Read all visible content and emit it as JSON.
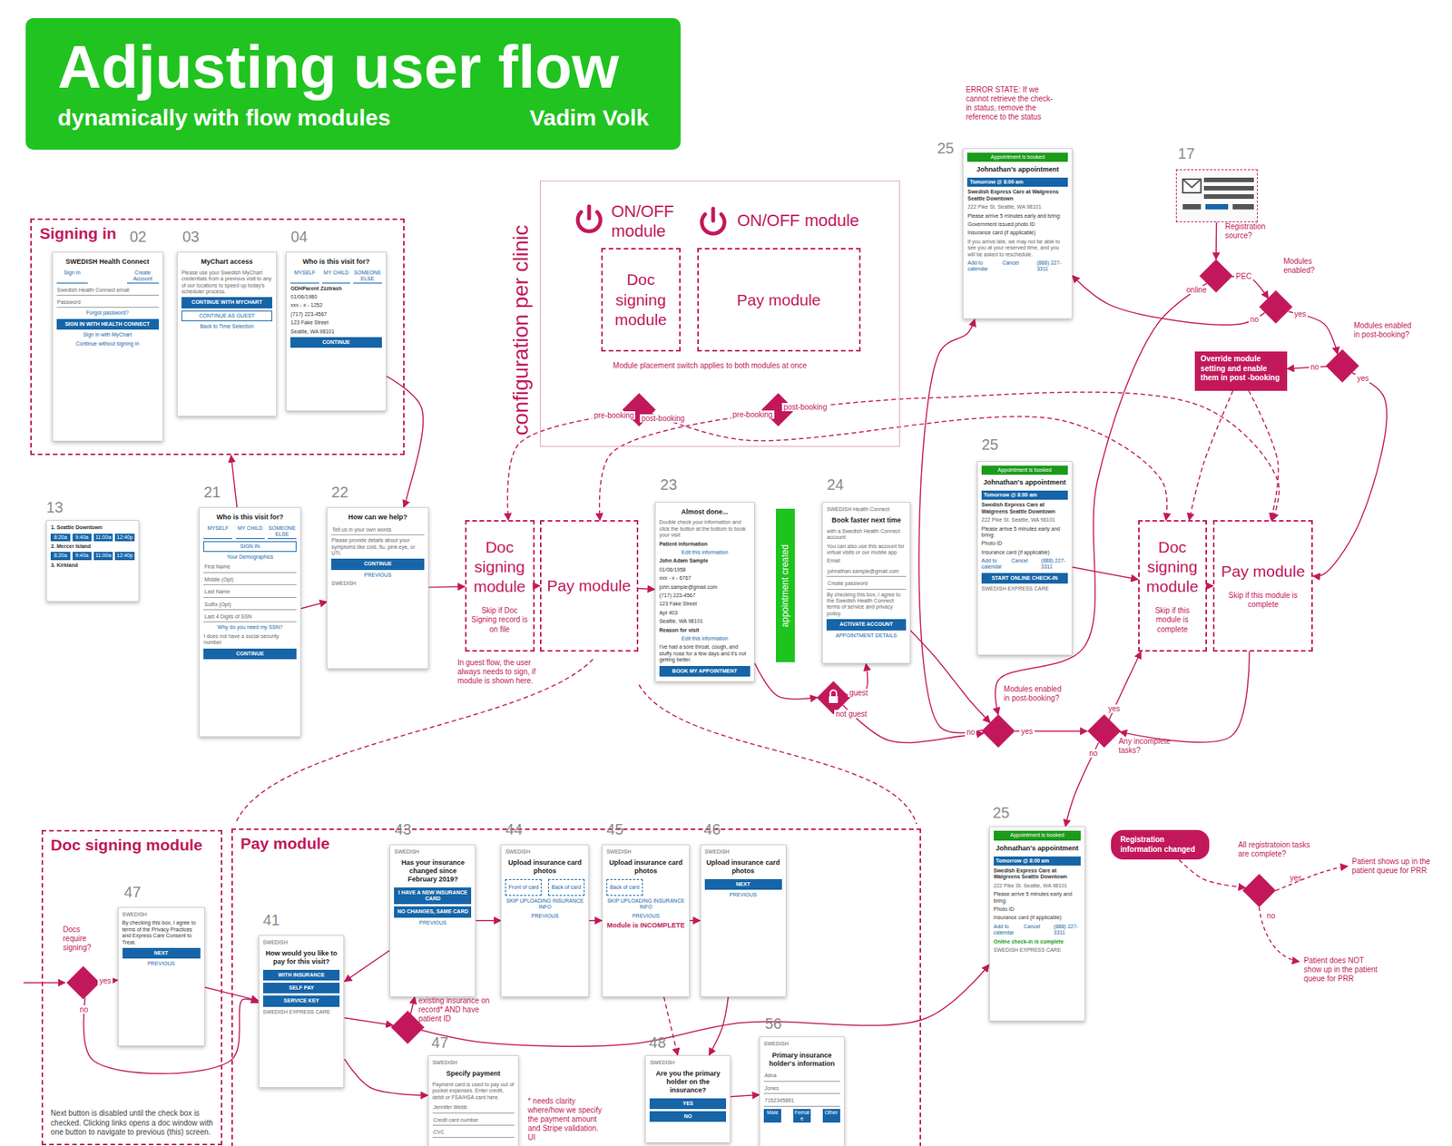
{
  "diagram": {
    "nodes": [
      {
        "text": [
          "Adjusting user flow",
          "dynamically with flow modules",
          "Vadim Volk"
        ]
      },
      {
        "text": [
          "Signing in"
        ]
      },
      {
        "text": [
          "SWEDISH Health Connect",
          "Sign In",
          "Create Account",
          "Swedish Health Connect email",
          "Password",
          "Forgot password?",
          "SIGN IN WITH HEALTH CONNECT",
          "Sign in with MyChart",
          "Continue without signing in"
        ],
        "in": 1
      },
      {
        "text": [
          "MyChart access",
          "Please use your Swedish MyChart credentials from a previous visit to any of our locations to speed up today's scheduler process.",
          "CONTINUE WITH MYCHART",
          "CONTINUE AS GUEST",
          "Back to Time Selection"
        ],
        "in": 1
      },
      {
        "text": [
          "Who is this visit for?",
          "MYSELF",
          "MY CHILD",
          "SOMEONE ELSE",
          "ODHParent Zzztrash",
          "01/06/1980",
          "xxx - x - 1252",
          "(717) 223-4567",
          "123 Fake Street",
          "Seattle, WA 98101",
          "CONTINUE"
        ],
        "in": 1
      },
      {
        "text": [
          "1. Seattle Downtown",
          "8:20a",
          "9:40a",
          "11:00a",
          "12:40p",
          "2. Mercer Island",
          "8:20a",
          "9:40a",
          "11:00a",
          "12:40p",
          "3. Kirkland"
        ]
      },
      {
        "text": [
          "Who is this visit for?",
          "MYSELF",
          "MY CHILD",
          "SOMEONE ELSE",
          "SIGN IN",
          "Your Demographics",
          "First Name",
          "Middle (Opt)",
          "Last Name",
          "Suffix (Opt)",
          "Last 4 Digits of SSN",
          "Why do you need my SSN?",
          "I does not have a social security number",
          "CONTINUE"
        ]
      },
      {
        "text": [
          "How can we help?",
          "Tell us in your own words",
          "Please provide details about your symptoms like cold, flu, pink eye, or UTI.",
          "CONTINUE",
          "PREVIOUS",
          "SWEDISH"
        ]
      },
      {
        "text": [
          "Doc signing module",
          "Skip if Doc Signing record is on file"
        ]
      },
      {
        "text": [
          "Pay module"
        ]
      },
      {
        "text": [
          "Almost done...",
          "Double check your information and click the button at the bottom to book your visit",
          "Patient information",
          "Edit this information",
          "John Adam Sample",
          "01/06/1958",
          "xxx - x - 6767",
          "john.sample@gmail.com",
          "(717) 223-4567",
          "123 Fake Street",
          "Apt 403",
          "Seattle, WA 98101",
          "Reason for visit",
          "Edit this information",
          "I've had a sore throat, cough, and stuffy nose for a few days and it's not getting better.",
          "BOOK MY APPOINTMENT"
        ]
      },
      {
        "text": [
          "appointment created"
        ]
      },
      {
        "text": [
          "SWEDISH Health Connect",
          "Book faster next time",
          "with a Swedish Health Connect account",
          "You can also use this account for virtual visits or our mobile app",
          "Email",
          "johnathan.sample@gmail.com",
          "Create password",
          "By checking this box, I agree to the Swedish Health Connect terms of service and privacy policy.",
          "ACTIVATE ACCOUNT",
          "APPOINTMENT DETAILS"
        ]
      },
      {
        "text": [
          "configuration per clinic"
        ]
      },
      {
        "text": [
          "Doc signing module"
        ],
        "in": 13
      },
      {
        "text": [
          "Pay module"
        ],
        "in": 13
      },
      {
        "text": [],
        "in": 13
      },
      {
        "text": [],
        "in": 13
      },
      {
        "text": [
          "Appointment is booked",
          "Johnathan's appointment",
          "Tomorrow @ 8:00 am",
          "Swedish Express Care at Walgreens Seattle Downtown",
          "222 Pike St. Seattle, WA 98101",
          "Please arrive 5 minutes early and bring:",
          "Government issued photo ID",
          "Insurance card (if applicable)",
          "If you arrive late, we may not be able to see you at your reserved time, and you will be asked to reschedule.",
          "Add to calendar",
          "Cancel",
          "(888) 227-3311"
        ]
      },
      {
        "text": []
      },
      {
        "text": [
          "Registration source?"
        ]
      },
      {
        "text": [
          "Modules enabled?"
        ]
      },
      {
        "text": [
          "Modules enabled in post-booking?"
        ]
      },
      {
        "text": [
          "Override module setting and enable them in post -booking"
        ]
      },
      {
        "text": [
          "Appointment is booked",
          "Johnathan's appointment",
          "Tomorrow @ 8:00 am",
          "Swedish Express Care at Walgreens Seattle Downtown",
          "222 Pike St. Seattle, WA 98101",
          "Please arrive 5 minutes early and bring:",
          "Photo ID",
          "Insurance card (if applicable)",
          "Add to calendar",
          "Cancel",
          "(888) 227-3311",
          "START ONLINE CHECK-IN",
          "SWEDISH EXPRESS CARE"
        ]
      },
      {
        "text": [
          "Doc signing module",
          "Skip if this module is complete"
        ]
      },
      {
        "text": [
          "Pay module",
          "Skip if this module is complete"
        ]
      },
      {
        "text": []
      },
      {
        "text": [
          "Modules enabled in post-booking?"
        ]
      },
      {
        "text": [
          "Any incomplete tasks?"
        ]
      },
      {
        "text": [
          "Appointment is booked",
          "Johnathan's appointment",
          "Tomorrow @ 8:00 am",
          "Swedish Express Care at Walgreens Seattle Downtown",
          "222 Pike St. Seattle, WA 98101",
          "Please arrive 5 minutes early and bring:",
          "Photo ID",
          "Insurance card (if applicable)",
          "Add to calendar",
          "Cancel",
          "(888) 227-3311",
          "Online check-in is complete",
          "SWEDISH EXPRESS CARE"
        ]
      },
      {
        "text": [
          "Registration information changed"
        ]
      },
      {
        "text": [
          "All registratoion tasks are complete?"
        ]
      },
      {
        "text": [
          "Doc signing module",
          "Next button is disabled until the check box is checked. Clicking links opens a doc window with one button to navigate to previous (this) screen."
        ]
      },
      {
        "text": [
          "Docs require signing?"
        ],
        "in": 33
      },
      {
        "text": [
          "SWEDISH",
          "By checking this box, I agree to terms of the Privacy Practices and Express Care Consent to Treat.",
          "NEXT",
          "PREVIOUS"
        ],
        "in": 33
      },
      {
        "text": [
          "Pay module"
        ]
      },
      {
        "text": [
          "SWEDISH",
          "How would you like to pay for this visit?",
          "WITH INSURANCE",
          "SELF PAY",
          "SERVICE KEY",
          "SWEDISH EXPRESS CARE"
        ],
        "in": 36
      },
      {
        "text": [
          "SWEDISH",
          "Has your insurance changed since February 2019?",
          "I HAVE A NEW INSURANCE CARD",
          "NO CHANGES, SAME CARD",
          "PREVIOUS"
        ],
        "in": 36
      },
      {
        "text": [
          "SWEDISH",
          "Upload insurance card photos",
          "Front of card",
          "Back of card",
          "SKIP UPLOADING INSURANCE INFO",
          "PREVIOUS"
        ],
        "in": 36
      },
      {
        "text": [
          "SWEDISH",
          "Upload insurance card photos",
          "Back of card",
          "SKIP UPLOADING INSURANCE INFO",
          "PREVIOUS",
          "Module is INCOMPLETE"
        ],
        "in": 36
      },
      {
        "text": [
          "SWEDISH",
          "Upload insurance card photos",
          "NEXT",
          "PREVIOUS"
        ],
        "in": 36
      },
      {
        "text": [
          "existing insurance on record* AND have patient ID"
        ],
        "in": 36
      },
      {
        "text": [
          "SWEDISH",
          "Specify payment",
          "Payment card is used to pay out of pocket expenses. Enter credit, debit or FSA/HSA card here.",
          "Jennifer Webb",
          "Credit card number",
          "CVC"
        ],
        "in": 36
      },
      {
        "text": [
          "SWEDISH",
          "Are you the primary holder on the insurance?",
          "YES",
          "NO"
        ],
        "in": 36
      },
      {
        "text": [
          "SWEDISH",
          "Primary insurance holder's information",
          "Alina",
          "Jones",
          "7152345861",
          "Male",
          "Female",
          "Other"
        ],
        "in": 36
      }
    ],
    "edges": [
      {
        "from": 6,
        "to": 1,
        "arrow": "to"
      },
      {
        "from": 4,
        "to": 7,
        "arrow": "to"
      },
      {
        "from": 6,
        "to": 7,
        "arrow": "to"
      },
      {
        "from": 7,
        "to": 8,
        "arrow": "to"
      },
      {
        "from": 8,
        "to": 9,
        "arrow": "to"
      },
      {
        "from": 9,
        "to": 10,
        "arrow": "to"
      },
      {
        "from": 10,
        "to": 27,
        "arrow": "to"
      },
      {
        "from": 27,
        "to": 12,
        "label": "guest",
        "arrow": "to"
      },
      {
        "from": 27,
        "to": 28,
        "label": "not guest",
        "arrow": "to"
      },
      {
        "from": 12,
        "to": 28,
        "arrow": "to"
      },
      {
        "from": 28,
        "to": 18,
        "label": "no",
        "arrow": "to"
      },
      {
        "from": 28,
        "to": 29,
        "label": "yes",
        "arrow": "to"
      },
      {
        "from": 29,
        "to": 30,
        "label": "no",
        "arrow": "to"
      },
      {
        "from": 29,
        "to": 25,
        "label": "yes",
        "arrow": "to"
      },
      {
        "from": 16,
        "to": 8,
        "label": "pre-booking",
        "arrow": "to"
      },
      {
        "from": 16,
        "to": 25,
        "label": "post-booking",
        "arrow": "to"
      },
      {
        "from": 17,
        "to": 9,
        "label": "pre-booking",
        "arrow": "to"
      },
      {
        "from": 17,
        "to": 26,
        "label": "post-booking",
        "arrow": "to"
      },
      {
        "from": 19,
        "to": 20,
        "arrow": "to"
      },
      {
        "from": 20,
        "to": 21,
        "label": "PEC",
        "arrow": "to"
      },
      {
        "from": 20,
        "to": 28,
        "label": "online",
        "arrow": "to"
      },
      {
        "from": 21,
        "to": 18,
        "label": "no",
        "arrow": "to"
      },
      {
        "from": 21,
        "to": 22,
        "label": "yes",
        "arrow": "to"
      },
      {
        "from": 22,
        "to": 23,
        "label": "no",
        "arrow": "to"
      },
      {
        "from": 22,
        "to": 26,
        "label": "yes",
        "arrow": "to"
      },
      {
        "from": 23,
        "to": 25,
        "arrow": "to"
      },
      {
        "from": 23,
        "to": 26,
        "arrow": "to"
      },
      {
        "from": 25,
        "to": 26,
        "arrow": "to"
      },
      {
        "from": 26,
        "to": 29,
        "arrow": "to"
      },
      {
        "from": 24,
        "to": 25,
        "arrow": "to"
      },
      {
        "from": 31,
        "to": 32,
        "arrow": "to"
      },
      {
        "from": 34,
        "to": 35,
        "label": "yes",
        "arrow": "to"
      },
      {
        "from": 34,
        "to": 37,
        "label": "no",
        "arrow": "to"
      },
      {
        "from": 35,
        "to": 37,
        "arrow": "to"
      },
      {
        "from": 37,
        "to": 42,
        "arrow": "to"
      },
      {
        "from": 42,
        "to": 38,
        "arrow": "to"
      },
      {
        "from": 37,
        "to": 43,
        "arrow": "to"
      },
      {
        "from": 38,
        "to": 39,
        "arrow": "to"
      },
      {
        "from": 39,
        "to": 40,
        "arrow": "to"
      },
      {
        "from": 40,
        "to": 41,
        "arrow": "to"
      },
      {
        "from": 41,
        "to": 44,
        "arrow": "to"
      },
      {
        "from": 44,
        "to": 45,
        "arrow": "to"
      },
      {
        "from": 40,
        "to": 44,
        "arrow": "to"
      },
      {
        "from": 38,
        "to": 37,
        "arrow": "to"
      },
      {
        "from": 42,
        "to": 30,
        "arrow": "to"
      }
    ],
    "labels": [
      "02",
      "03",
      "04",
      "13",
      "21",
      "22",
      "23",
      "24",
      "ON/OFF module",
      "ON/OFF module",
      "Module placement switch applies to both modules at once",
      "In guest flow, the user always needs to sign, if module is shown here.",
      "ERROR STATE: If we cannot retrieve the check-in status, remove the reference to the status",
      "25",
      "17",
      "25",
      "25",
      "Patient shows up in the patient queue for PRR",
      "Patient does NOT show up in the patient queue for PRR",
      "yes",
      "no",
      "47",
      "41",
      "43",
      "44",
      "45",
      "46",
      "47",
      "48",
      "56",
      "* needs clarity where/how we specify the payment amount and Stripe validation. UI"
    ]
  }
}
